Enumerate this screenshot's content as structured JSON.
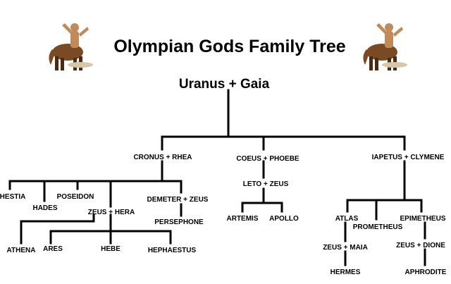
{
  "title": "Olympian Gods Family Tree",
  "icons": {
    "left": "centaur-icon",
    "right": "centaur-icon"
  },
  "root": "Uranus + Gaia",
  "nodes": {
    "cronus_rhea": "CRONUS + RHEA",
    "coeus_phoebe": "COEUS + PHOEBE",
    "iapetus_clymene": "IAPETUS + CLYMENE",
    "hestia": "HESTIA",
    "hades": "HADES",
    "poseidon": "POSEIDON",
    "zeus_hera": "ZEUS + HERA",
    "demeter_zeus": "DEMETER + ZEUS",
    "persephone": "PERSEPHONE",
    "athena": "ATHENA",
    "ares": "ARES",
    "hebe": "HEBE",
    "hephaestus": "HEPHAESTUS",
    "leto_zeus": "LETO + ZEUS",
    "artemis": "ARTEMIS",
    "apollo": "APOLLO",
    "atlas": "ATLAS",
    "prometheus": "PROMETHEUS",
    "epimetheus": "EPIMETHEUS",
    "zeus_maia": "ZEUS + MAIA",
    "hermes": "HERMES",
    "zeus_dione": "ZEUS + DIONE",
    "aphrodite": "APHRODITE"
  }
}
